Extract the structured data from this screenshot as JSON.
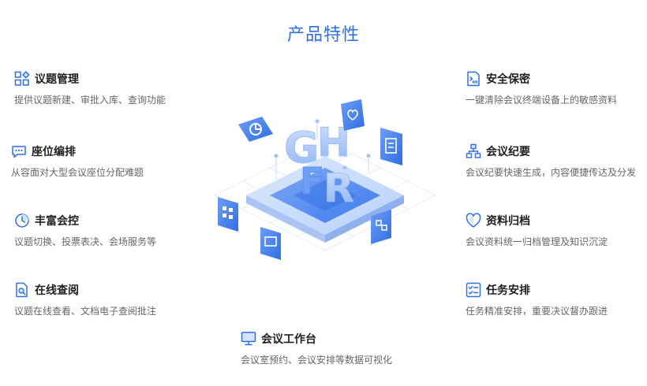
{
  "page": {
    "title": "产品特性"
  },
  "features": {
    "topic": {
      "title": "议题管理",
      "desc": "提供议题新建、审批入库、查询功能",
      "icon": "grid-diamond-icon"
    },
    "seat": {
      "title": "座位编排",
      "desc": "从容面对大型会议座位分配难题",
      "icon": "chat-bubble-icon"
    },
    "control": {
      "title": "丰富会控",
      "desc": "议题切换、投票表决、会场服务等",
      "icon": "clock-icon"
    },
    "online": {
      "title": "在线查阅",
      "desc": "议题在线查看、文档电子查阅批注",
      "icon": "document-search-icon"
    },
    "security": {
      "title": "安全保密",
      "desc": "一键清除会议终端设备上的敏感资料",
      "icon": "secure-document-icon"
    },
    "minutes": {
      "title": "会议纪要",
      "desc": "会议纪要快速生成，内容便捷传达及分发",
      "icon": "org-chart-icon"
    },
    "archive": {
      "title": "资料归档",
      "desc": "会议资料统一归档管理及知识沉淀",
      "icon": "heart-shield-icon"
    },
    "task": {
      "title": "任务安排",
      "desc": "任务精准安排，重要决议督办跟进",
      "icon": "checklist-icon"
    },
    "workbench": {
      "title": "会议工作台",
      "desc": "会议室预约、会议安排等数据可视化",
      "icon": "monitor-icon"
    }
  },
  "illustration": {
    "letters": [
      "G",
      "H",
      "F",
      "R"
    ]
  },
  "colors": {
    "accent": "#2f6fe4",
    "icon_stroke": "#2f6fe4",
    "icon_fill": "#d6e4fb"
  }
}
